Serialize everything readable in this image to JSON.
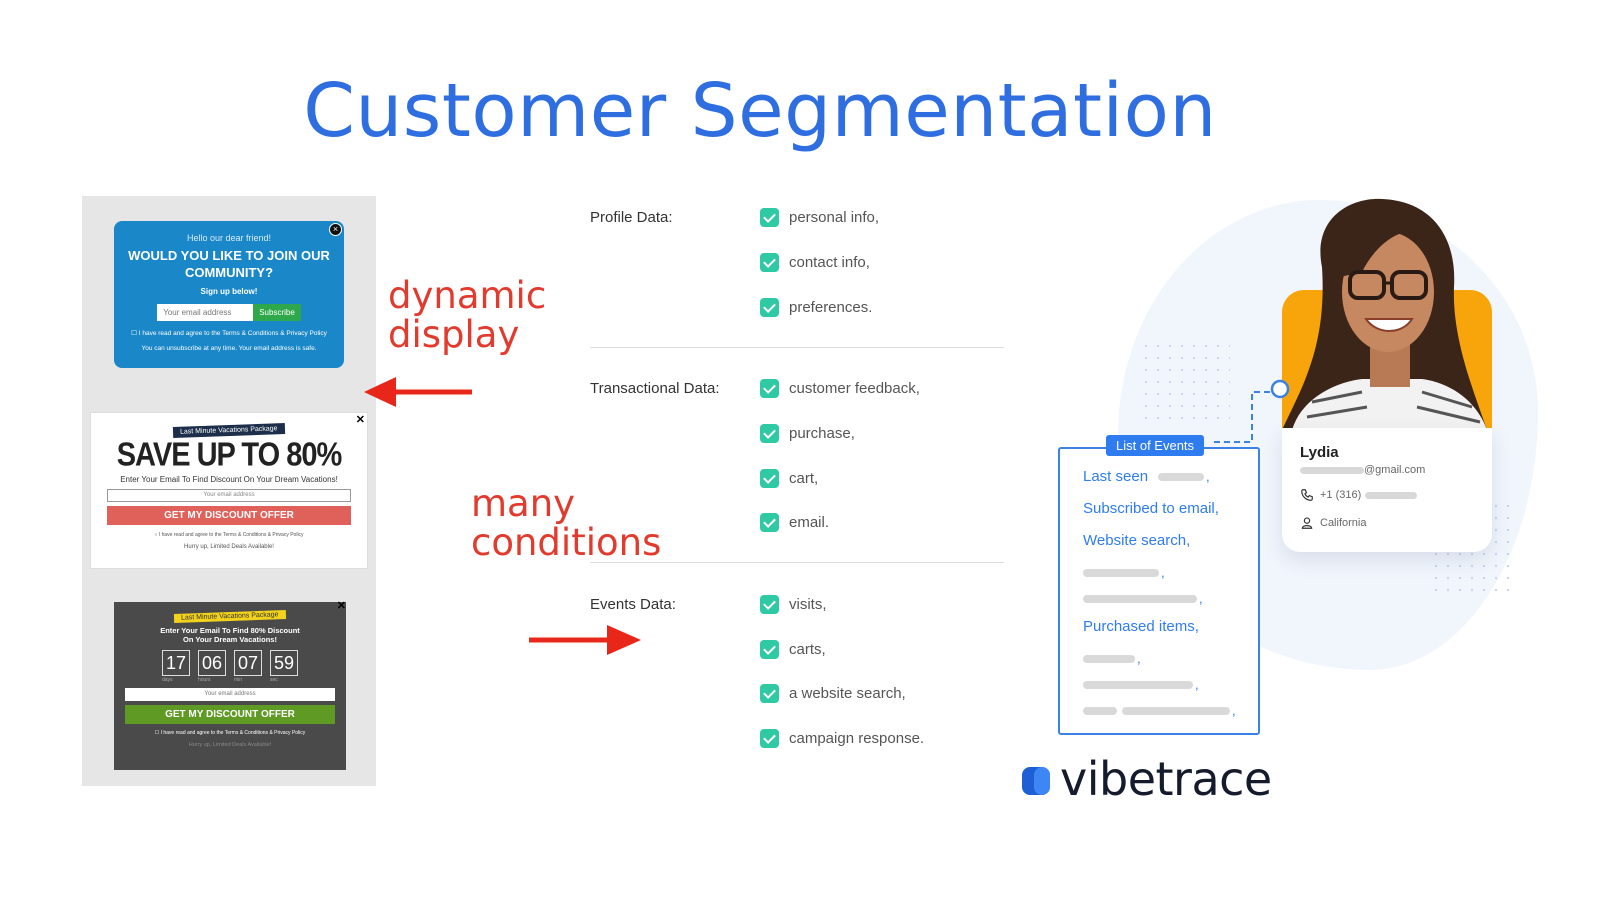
{
  "title": "Customer Segmentation",
  "annotations": {
    "dynamic": "dynamic",
    "display": "display",
    "many": "many",
    "conditions": "conditions"
  },
  "popup1": {
    "greeting": "Hello our dear friend!",
    "question": "WOULD YOU LIKE TO JOIN OUR COMMUNITY?",
    "sign_up": "Sign up below!",
    "email_placeholder": "Your email address",
    "subscribe": "Subscribe",
    "agree": "I have read and agree to the Terms & Conditions & Privacy Policy",
    "unsubscribe": "You can unsubscribe at any time. Your email address is safe."
  },
  "popup2": {
    "tag": "Last Minute Vacations Package",
    "headline": "SAVE UP TO 80%",
    "subline": "Enter Your Email To Find Discount On Your Dream Vacations!",
    "email_placeholder": "Your email address",
    "cta": "GET MY DISCOUNT OFFER",
    "agree": "I have read and agree to the Terms & Conditions & Privacy Policy",
    "hurry": "Hurry up, Limited Deals Available!"
  },
  "popup3": {
    "tag": "Last Minute Vacations Package",
    "line1": "Enter Your Email To Find 80% Discount",
    "line2": "On Your Dream Vacations!",
    "timer": [
      {
        "value": "17",
        "unit": "days"
      },
      {
        "value": "06",
        "unit": "hours"
      },
      {
        "value": "07",
        "unit": "min"
      },
      {
        "value": "59",
        "unit": "sec"
      }
    ],
    "email_placeholder": "Your email address",
    "cta": "GET MY DISCOUNT OFFER",
    "agree": "I have read and agree to the Terms & Conditions & Privacy Policy",
    "hurry": "Hurry up, Limited Deals Available!"
  },
  "checklist": {
    "profile": {
      "label": "Profile Data:",
      "items": [
        "personal info,",
        "contact info,",
        "preferences."
      ]
    },
    "transactional": {
      "label": "Transactional Data:",
      "items": [
        "customer feedback,",
        "purchase,",
        "cart,",
        "email."
      ]
    },
    "events": {
      "label": "Events Data:",
      "items": [
        "visits,",
        "carts,",
        "a website search,",
        "campaign response."
      ]
    }
  },
  "profile_card": {
    "name": "Lydia",
    "email_suffix": "@gmail.com",
    "phone_prefix": "+1 (316)",
    "location": "California"
  },
  "events_list": {
    "header": "List of Events",
    "items": [
      "Last seen",
      "Subscribed to email,",
      "Website search,",
      "Purchased items,"
    ]
  },
  "logo": {
    "word": "vibetrace"
  },
  "colors": {
    "title_blue": "#2f6ee0",
    "annotation_red": "#e23a2c",
    "check_teal": "#2fc9a4",
    "events_blue": "#2f7cf0",
    "photo_orange": "#f7a50a"
  }
}
